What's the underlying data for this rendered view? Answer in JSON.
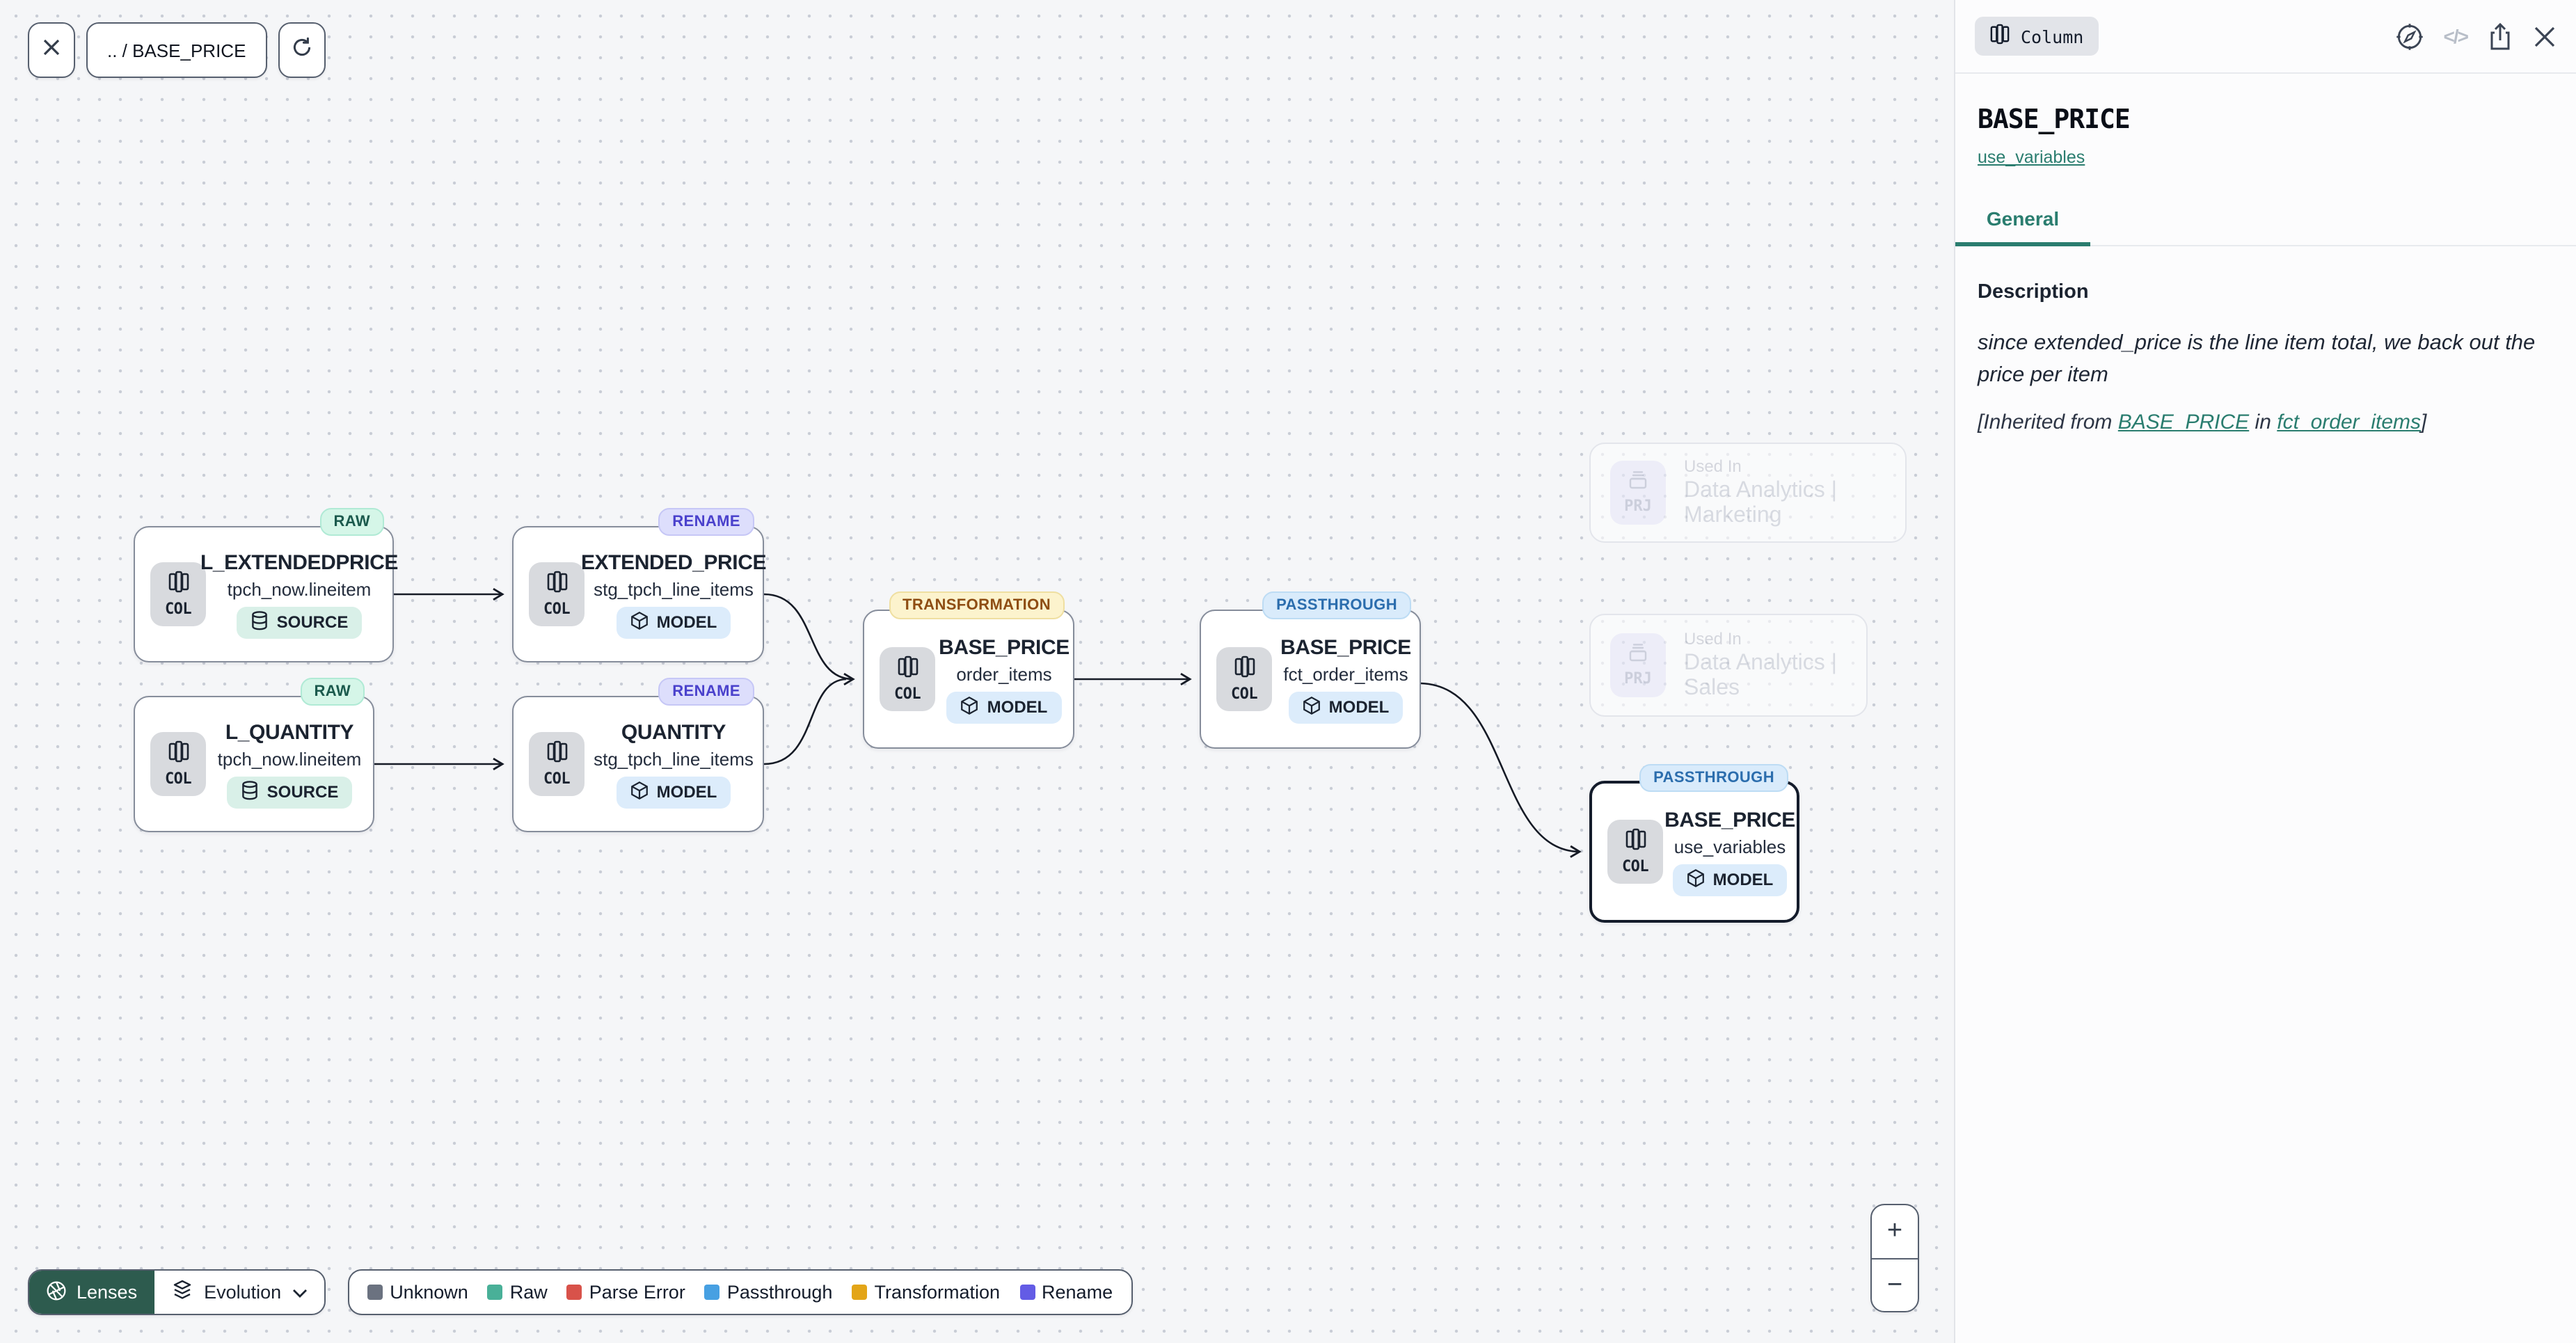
{
  "toolbar": {
    "breadcrumb": ".. / BASE_PRICE"
  },
  "canvas": {
    "nodes": [
      {
        "badge": "RAW",
        "title": "L_EXTENDEDPRICE",
        "subtitle": "tpch_now.lineitem",
        "chip": "SOURCE",
        "icon_label": "COL"
      },
      {
        "badge": "RENAME",
        "title": "EXTENDED_PRICE",
        "subtitle": "stg_tpch_line_items",
        "chip": "MODEL",
        "icon_label": "COL"
      },
      {
        "badge": "RAW",
        "title": "L_QUANTITY",
        "subtitle": "tpch_now.lineitem",
        "chip": "SOURCE",
        "icon_label": "COL"
      },
      {
        "badge": "RENAME",
        "title": "QUANTITY",
        "subtitle": "stg_tpch_line_items",
        "chip": "MODEL",
        "icon_label": "COL"
      },
      {
        "badge": "TRANSFORMATION",
        "title": "BASE_PRICE",
        "subtitle": "order_items",
        "chip": "MODEL",
        "icon_label": "COL"
      },
      {
        "badge": "PASSTHROUGH",
        "title": "BASE_PRICE",
        "subtitle": "fct_order_items",
        "chip": "MODEL",
        "icon_label": "COL"
      },
      {
        "badge": "PASSTHROUGH",
        "title": "BASE_PRICE",
        "subtitle": "use_variables",
        "chip": "MODEL",
        "icon_label": "COL"
      }
    ],
    "used_in": [
      {
        "label": "Used In",
        "name": "Data Analytics | Marketing",
        "icon_label": "PRJ"
      },
      {
        "label": "Used In",
        "name": "Data Analytics | Sales",
        "icon_label": "PRJ"
      }
    ]
  },
  "lenses": {
    "label": "Lenses",
    "mode": "Evolution"
  },
  "legend": {
    "items": [
      {
        "label": "Unknown",
        "color": "#6b7280"
      },
      {
        "label": "Raw",
        "color": "#49b098"
      },
      {
        "label": "Parse Error",
        "color": "#d8524a"
      },
      {
        "label": "Passthrough",
        "color": "#47a0e2"
      },
      {
        "label": "Transformation",
        "color": "#e3a518"
      },
      {
        "label": "Rename",
        "color": "#635ce5"
      }
    ]
  },
  "zoom_controls": {
    "zoom_in": "+",
    "zoom_out": "−"
  },
  "panel": {
    "type_chip": "Column",
    "title": "BASE_PRICE",
    "subtitle_link": "use_variables",
    "tab_general": "General",
    "description": {
      "heading": "Description",
      "text": "since extended_price is the line item total, we back out the price per item",
      "inherited_prefix": "[Inherited from ",
      "inherited_link_column": "BASE_PRICE",
      "inherited_middle": " in ",
      "inherited_link_model": "fct_order_items",
      "inherited_suffix": "]"
    }
  }
}
